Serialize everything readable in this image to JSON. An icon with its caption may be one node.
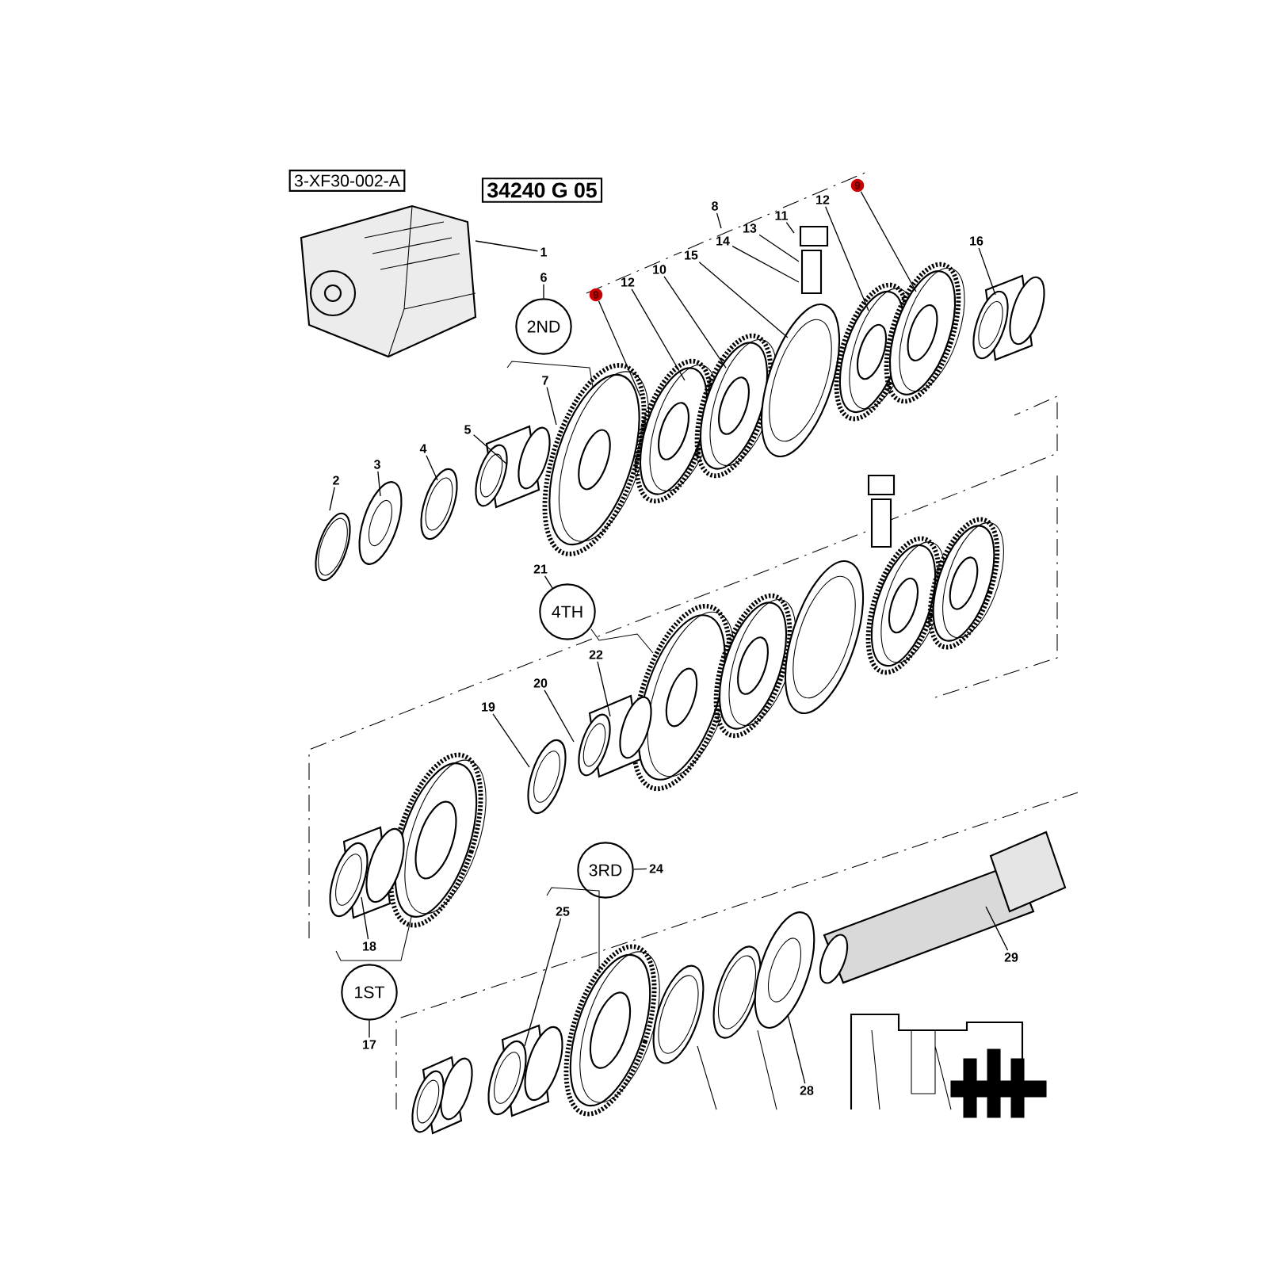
{
  "diagram": {
    "nodes": [
      {
        "text": [
          "1"
        ]
      },
      {
        "text": [
          "6"
        ]
      },
      {
        "text": [
          "2ND"
        ]
      },
      {
        "text": [
          "7"
        ]
      },
      {
        "text": [
          "2"
        ]
      },
      {
        "text": [
          "3"
        ]
      },
      {
        "text": [
          "4"
        ]
      },
      {
        "text": [
          "5"
        ]
      },
      {
        "text": [
          "9"
        ]
      },
      {
        "text": [
          "12"
        ]
      },
      {
        "text": [
          "10"
        ]
      },
      {
        "text": [
          "15"
        ]
      },
      {
        "text": [
          "14"
        ]
      },
      {
        "text": [
          "13"
        ]
      },
      {
        "text": [
          "11"
        ]
      },
      {
        "text": [
          "8"
        ]
      },
      {
        "text": [
          "12"
        ]
      },
      {
        "text": [
          "9"
        ]
      },
      {
        "text": [
          "16"
        ]
      },
      {
        "text": [
          "21"
        ]
      },
      {
        "text": [
          "4TH"
        ]
      },
      {
        "text": [
          "22"
        ]
      },
      {
        "text": [
          "20"
        ]
      },
      {
        "text": [
          "19"
        ]
      },
      {
        "text": [
          "18"
        ]
      },
      {
        "text": [
          "1ST"
        ]
      },
      {
        "text": [
          "17"
        ]
      },
      {
        "text": [
          "3RD"
        ]
      },
      {
        "text": [
          "24"
        ]
      },
      {
        "text": [
          "25"
        ]
      },
      {
        "text": [
          "29"
        ]
      },
      {
        "text": [
          "28"
        ]
      }
    ],
    "edges": [
      {
        "from": 0,
        "to": null,
        "arrow": "none"
      },
      {
        "from": 1,
        "to": 2,
        "arrow": "none"
      },
      {
        "from": 3,
        "to": null,
        "arrow": "none"
      },
      {
        "from": 4,
        "to": null,
        "arrow": "none"
      },
      {
        "from": 5,
        "to": null,
        "arrow": "none"
      },
      {
        "from": 6,
        "to": null,
        "arrow": "none"
      },
      {
        "from": 7,
        "to": null,
        "arrow": "none"
      },
      {
        "from": 8,
        "to": null,
        "arrow": "none"
      },
      {
        "from": 9,
        "to": null,
        "arrow": "none"
      },
      {
        "from": 10,
        "to": null,
        "arrow": "none"
      },
      {
        "from": 11,
        "to": null,
        "arrow": "none"
      },
      {
        "from": 12,
        "to": null,
        "arrow": "none"
      },
      {
        "from": 13,
        "to": null,
        "arrow": "none"
      },
      {
        "from": 14,
        "to": null,
        "arrow": "none"
      },
      {
        "from": 15,
        "to": null,
        "arrow": "none"
      },
      {
        "from": 16,
        "to": null,
        "arrow": "none"
      },
      {
        "from": 17,
        "to": null,
        "arrow": "none"
      },
      {
        "from": 18,
        "to": null,
        "arrow": "none"
      },
      {
        "from": 19,
        "to": 20,
        "arrow": "none"
      },
      {
        "from": 21,
        "to": null,
        "arrow": "none"
      },
      {
        "from": 22,
        "to": null,
        "arrow": "none"
      },
      {
        "from": 23,
        "to": null,
        "arrow": "none"
      },
      {
        "from": 24,
        "to": null,
        "arrow": "none"
      },
      {
        "from": 26,
        "to": 25,
        "arrow": "none"
      },
      {
        "from": 28,
        "to": 27,
        "arrow": "none"
      },
      {
        "from": 29,
        "to": null,
        "arrow": "none"
      },
      {
        "from": 30,
        "to": null,
        "arrow": "none"
      },
      {
        "from": 31,
        "to": null,
        "arrow": "none"
      }
    ],
    "labels": [
      "3-XF30-002-A",
      "34240 G 05"
    ]
  }
}
